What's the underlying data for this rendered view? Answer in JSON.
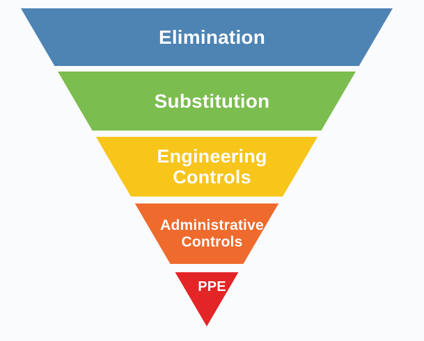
{
  "diagram": {
    "type": "inverted-pyramid-funnel",
    "background_color": "#FAFBFD",
    "text_color": "#FFFFFF",
    "levels": [
      {
        "label": "Elimination",
        "color": "#4E84B4"
      },
      {
        "label": "Substitution",
        "color": "#7CBD4F"
      },
      {
        "label": "Engineering\nControls",
        "color": "#F8C51B"
      },
      {
        "label": "Administrative\nControls",
        "color": "#EE6B2D"
      },
      {
        "label": "PPE",
        "color": "#E42527"
      }
    ]
  }
}
